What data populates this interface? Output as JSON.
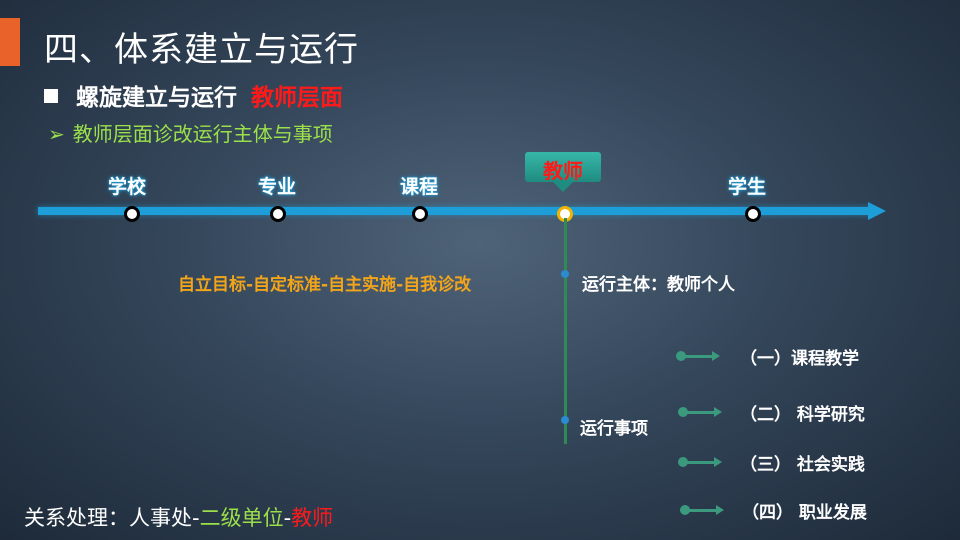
{
  "slide": {
    "title": "四、体系建立与运行",
    "subtitle": "螺旋建立与运行",
    "subtitle_highlight": "教师层面",
    "point": "教师层面诊改运行主体与事项",
    "arrow_glyph": "➢"
  },
  "timeline": {
    "nodes": [
      "学校",
      "专业",
      "课程",
      "教师",
      "学生"
    ],
    "active_node": "教师"
  },
  "content": {
    "cycle_text": "自立目标-自定标准-自主实施-自我诊改",
    "subject_text": "运行主体：教师个人",
    "matters_label": "运行事项",
    "items": [
      "（一）课程教学",
      "（二） 科学研究",
      "（三） 社会实践",
      "（四） 职业发展"
    ]
  },
  "relation": {
    "prefix": "关系处理：人事处-",
    "middle": "二级单位",
    "sep": "-",
    "suffix": "教师"
  },
  "colors": {
    "accent": "#e8622a",
    "timeline": "#1e9ed8",
    "highlight_red": "#ff1a1a",
    "highlight_green": "#9be04a",
    "cycle_orange": "#f3a51a",
    "branch_green": "#2f8a56"
  }
}
